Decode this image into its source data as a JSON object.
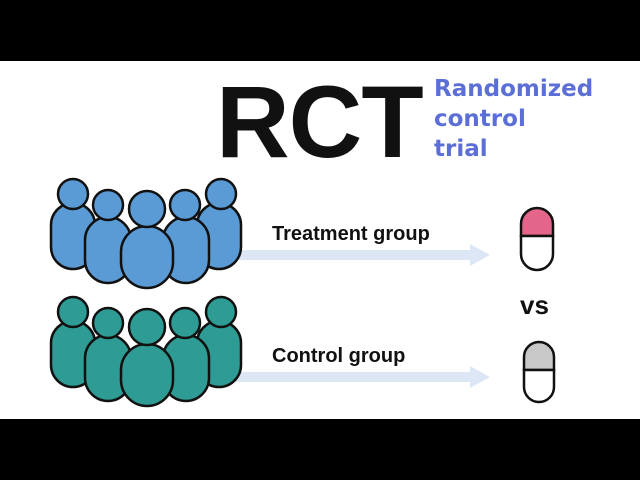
{
  "title": "RCT",
  "subtitle_lines": [
    "Randomized",
    "control",
    "trial"
  ],
  "groups": {
    "treatment": {
      "label": "Treatment group",
      "color": "#5b9bd5",
      "pill_color": "#e4658a"
    },
    "control": {
      "label": "Control group",
      "color": "#2e9c94",
      "pill_color": "#c8c8c8"
    }
  },
  "comparison_label": "vs",
  "colors": {
    "subtitle": "#5b6fd6",
    "arrow": "#dde6f5",
    "outline": "#111111"
  }
}
